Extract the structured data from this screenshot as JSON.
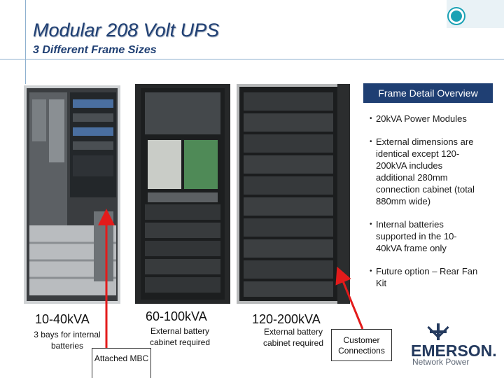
{
  "header": {
    "title": "Modular 208 Volt UPS",
    "subtitle": "3 Different Frame Sizes"
  },
  "panel": {
    "header": "Frame Detail Overview",
    "bullets": [
      "20kVA Power Modules",
      "External dimensions are identical except 120-200kVA includes additional 280mm connection cabinet (total 880mm wide)",
      "Internal batteries supported in the 10-40kVA frame only",
      "Future option – Rear Fan Kit"
    ],
    "bullet_marker": "•"
  },
  "frames": [
    {
      "size": "10-40kVA",
      "note": "3 bays for internal batteries"
    },
    {
      "size": "60-100kVA",
      "note": "External battery cabinet required"
    },
    {
      "size": "120-200kVA",
      "note": "External battery cabinet required"
    }
  ],
  "callouts": {
    "mbc": "Attached MBC",
    "customer": "Customer Connections"
  },
  "logo": {
    "brand": "EMERSON.",
    "sub": "Network Power",
    "icon": "emerson-logo-icon"
  },
  "colors": {
    "title": "#1f3f73",
    "panel_header_bg": "#1f3f73",
    "accent_teal": "#1aa1b4",
    "arrow_red": "#e31b1b"
  }
}
